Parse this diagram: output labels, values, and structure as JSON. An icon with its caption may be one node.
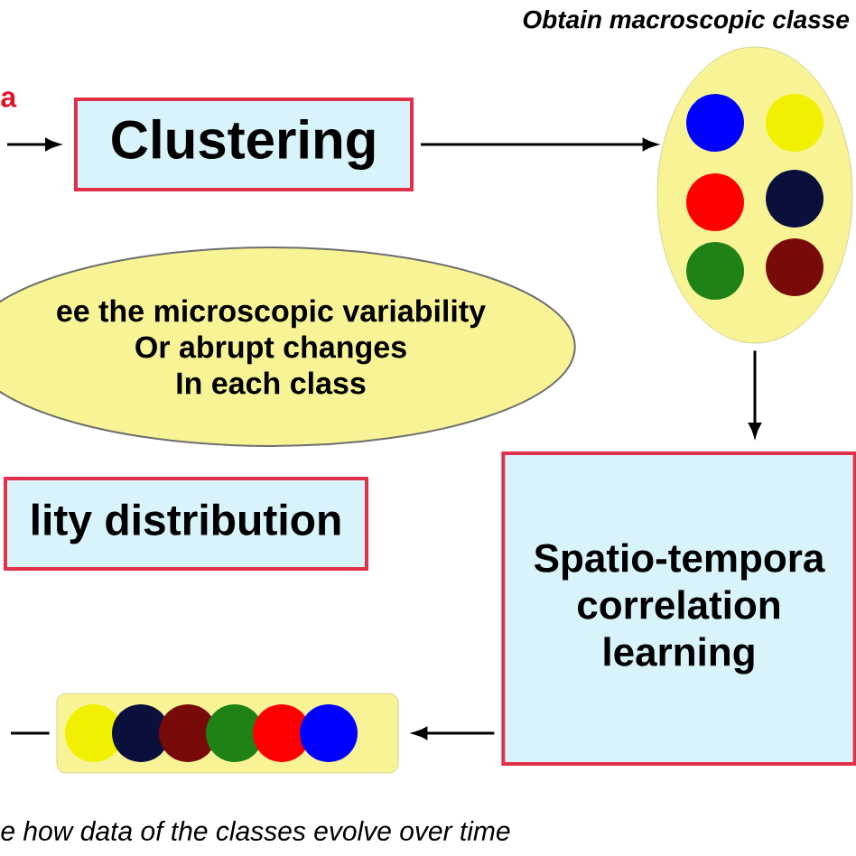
{
  "diagram": {
    "nodes": [
      {
        "text": [
          "Clustering"
        ]
      },
      {
        "text": [],
        "shape": "circle",
        "beside": [
          "Obtain macroscopic classe"
        ]
      },
      {
        "text": [
          "ee the microscopic variability",
          "Or abrupt changes",
          "In each class"
        ]
      },
      {
        "text": [
          "lity distribution"
        ]
      },
      {
        "text": [
          "Spatio-tempora correlation learning"
        ]
      },
      {
        "text": [],
        "shape": "box",
        "beside": [
          "e how data of the classes evolve over time"
        ]
      }
    ],
    "edges": [
      {
        "from": null,
        "to": 0,
        "arrow": "to"
      },
      {
        "from": 0,
        "to": 1,
        "arrow": "to"
      },
      {
        "from": 1,
        "to": 4,
        "arrow": "to"
      },
      {
        "from": 4,
        "to": 5,
        "arrow": "to"
      },
      {
        "from": 5,
        "to": null,
        "arrow": "none"
      }
    ],
    "labels": [
      "a"
    ]
  }
}
